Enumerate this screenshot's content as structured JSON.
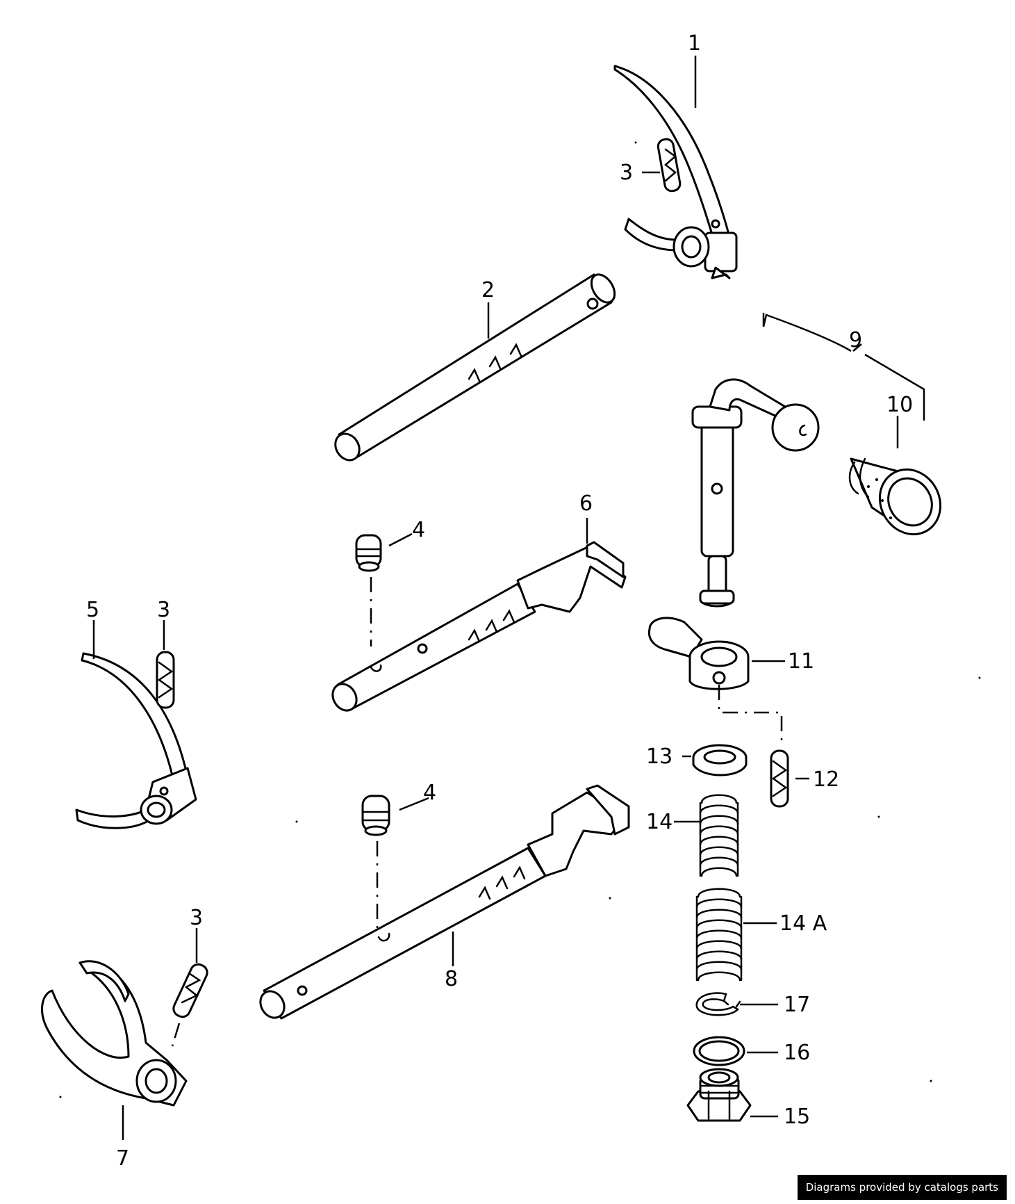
{
  "callouts": {
    "c1": "1",
    "c2": "2",
    "c3a": "3",
    "c3b": "3",
    "c3c": "3",
    "c4a": "4",
    "c4b": "4",
    "c5": "5",
    "c6": "6",
    "c7": "7",
    "c8": "8",
    "c9": "9",
    "c10": "10",
    "c11": "11",
    "c12": "12",
    "c13": "13",
    "c14": "14",
    "c14a": "14 A",
    "c15": "15",
    "c16": "16",
    "c17": "17"
  },
  "credit": "Diagrams provided by catalogs parts",
  "colors": {
    "line": "#000000",
    "background": "#ffffff",
    "credit_bg": "#000000",
    "credit_text": "#ffffff"
  }
}
